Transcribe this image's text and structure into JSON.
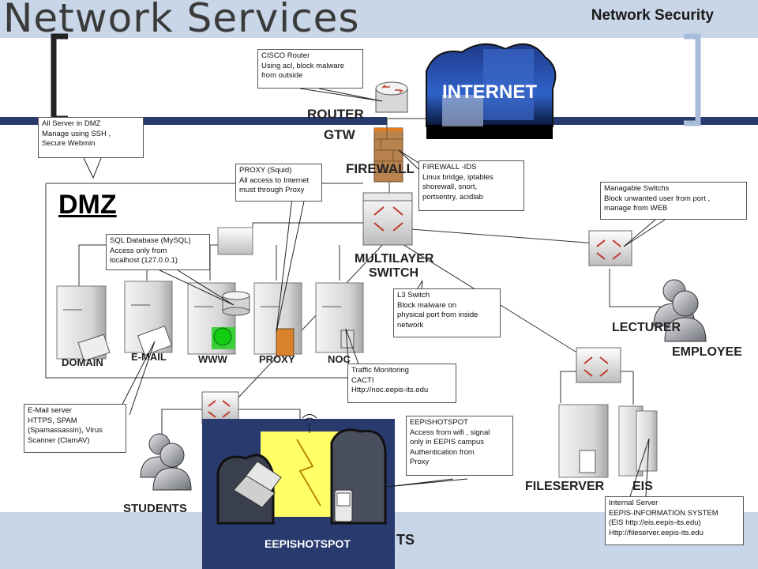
{
  "slide": {
    "title": "Network Services",
    "subtitle": "Network Security"
  },
  "diagram": {
    "internet_label": "INTERNET",
    "router_label": "ROUTER",
    "gtw_label": "GTW",
    "firewall_label": "FIREWALL",
    "dmz_label": "DMZ",
    "multilayer_label": "MULTILAYER",
    "switch_label": "SWITCH",
    "servers": [
      "DOMAIN",
      "E-MAIL",
      "WWW",
      "PROXY",
      "NOC"
    ],
    "lecturer_label": "LECTURER",
    "employee_label": "EMPLOYEE",
    "fileserver_label": "FILESERVER",
    "eis_label": "EIS",
    "students_label": "STUDENTS",
    "hotspot_label": "EEPISHOTSPOT",
    "ts_label": "TS"
  },
  "callouts": {
    "cisco": [
      "CISCO Router",
      "Using acl, block malware",
      "from outside"
    ],
    "dmz_note": [
      "All Server in DMZ",
      "Manage using SSH ,",
      "Secure Webmin"
    ],
    "proxy_note": [
      "PROXY (Squid)",
      "All access to Internet",
      "must through Proxy"
    ],
    "firewall_note": [
      "FIREWALL -IDS",
      "Linux bridge, iptables",
      "shorewall, snort,",
      "portsentry, acidlab"
    ],
    "managable": [
      "Managable Switchs",
      "Block unwanted user from port ,",
      "manage from WEB"
    ],
    "sql": [
      "SQL Database (MySQL)",
      "Access only from",
      "localhost (127.0.0.1)"
    ],
    "l3": [
      "L3 Switch",
      "Block malware on",
      "physical port from inside",
      "network"
    ],
    "traffic": [
      "Traffic Monitoring",
      "CACTI",
      "Http://noc.eepis-its.edu"
    ],
    "email": [
      "E-Mail server",
      "HTTPS, SPAM",
      "(Spamassassin), Virus",
      "Scanner (ClamAV)"
    ],
    "hotspot": [
      "EEPISHOTSPOT",
      "Access from wifi , signal",
      "only in EEPIS campus",
      "Authentication from",
      "Proxy"
    ],
    "internal": [
      "Internal Server",
      "EEPIS-INFORMATION SYSTEM",
      "(EIS http://eis.eepis-its.edu)",
      "Http://fileserver.eepis-its.edu"
    ]
  },
  "colors": {
    "top_band": "#c8d6e8",
    "bottom_band": "#c8d6e8",
    "dark_blue": "#283a6e",
    "bracket": "#a9bddb",
    "firewall": "#b8834e",
    "hotspot_yellow": "#ffff66"
  }
}
